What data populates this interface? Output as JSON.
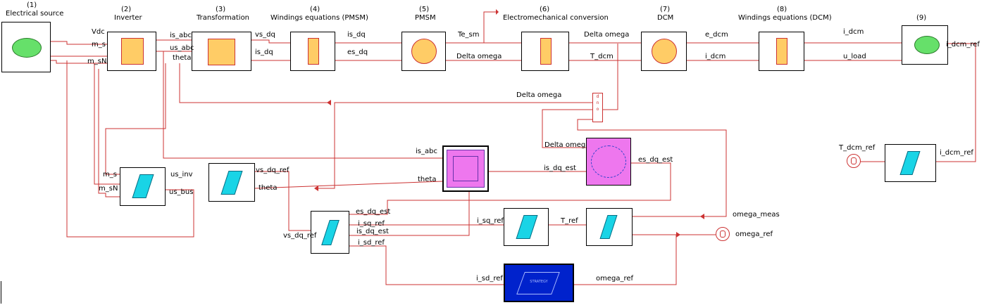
{
  "blocks": {
    "source": {
      "number": "(1)",
      "title": "Electrical source",
      "ports_out": [
        "Vdc",
        "m_s",
        "m_sN"
      ]
    },
    "inverter": {
      "number": "(2)",
      "title": "Inverter",
      "ports_out": [
        "is_abc",
        "us_abc",
        "theta"
      ]
    },
    "transformation": {
      "number": "(3)",
      "title": "Transformation",
      "ports_out": [
        "vs_dq",
        "is_dq"
      ]
    },
    "windings_pmsm": {
      "number": "(4)",
      "title": "Windings equations (PMSM)",
      "ports_out": [
        "is_dq",
        "es_dq"
      ]
    },
    "pmsm": {
      "number": "(5)",
      "title": "PMSM",
      "ports_out": [
        "Te_sm",
        "Delta omega"
      ]
    },
    "electromech": {
      "number": "(6)",
      "title": "Electromechanical conversion",
      "ports_out": [
        "Delta omega",
        "T_dcm"
      ]
    },
    "dcm": {
      "number": "(7)",
      "title": "DCM",
      "ports_out": [
        "e_dcm",
        "i_dcm"
      ]
    },
    "windings_dcm": {
      "number": "(8)",
      "title": "Windings equations (DCM)",
      "ports_out": [
        "i_dcm",
        "u_load"
      ]
    },
    "load": {
      "number": "(9)",
      "ports_out": [
        "i_dcm_ref"
      ]
    }
  },
  "control": {
    "inv_ctrl": {
      "ports_in": [
        "m_s",
        "m_sN"
      ],
      "ports_out": [
        "us_inv",
        "us_bus"
      ]
    },
    "transf_ctrl": {
      "ports_out": [
        "vs_dq_ref",
        "theta"
      ]
    },
    "estimator_abc": {
      "ports_in": [
        "is_abc",
        "theta"
      ],
      "ports_out": [
        "is_dq_est"
      ]
    },
    "estimator_dq": {
      "ports_in": [
        "Delta omega"
      ],
      "ports_out": [
        "es_dq_est"
      ]
    },
    "current_ctrl": {
      "ports_in": [
        "es_dq_est",
        "i_sq_ref",
        "is_dq_est",
        "i_sd_ref"
      ],
      "ports_out": [
        "vs_dq_ref"
      ]
    },
    "isq_block": {
      "ports_in": [
        "i_sq_ref"
      ]
    },
    "speed_ctrl": {
      "ports_in": [
        "T_ref"
      ]
    },
    "strategy": {
      "label": "STRATEGY",
      "ports_in": [
        "i_sd_ref"
      ],
      "ports_out": [
        "omega_ref"
      ]
    },
    "dcm_ctrl": {
      "ports_in": [
        "T_dcm_ref"
      ],
      "ports_out": [
        "i_dcm_ref"
      ]
    }
  },
  "signals": {
    "delta_omega_feedback": "Delta omega",
    "delta_omega_est": "Delta omega",
    "omega_meas": "omega_meas",
    "omega_ref": "omega_ref",
    "t_dcm_ref": "T_dcm_ref"
  },
  "colors": {
    "wire": "#cc3333",
    "port": "#7777cc",
    "strategy": "#0022cc",
    "pink": "#ee77ee",
    "orange": "#ffcc66",
    "cyan": "#19d4e6",
    "green": "#66e06a"
  }
}
